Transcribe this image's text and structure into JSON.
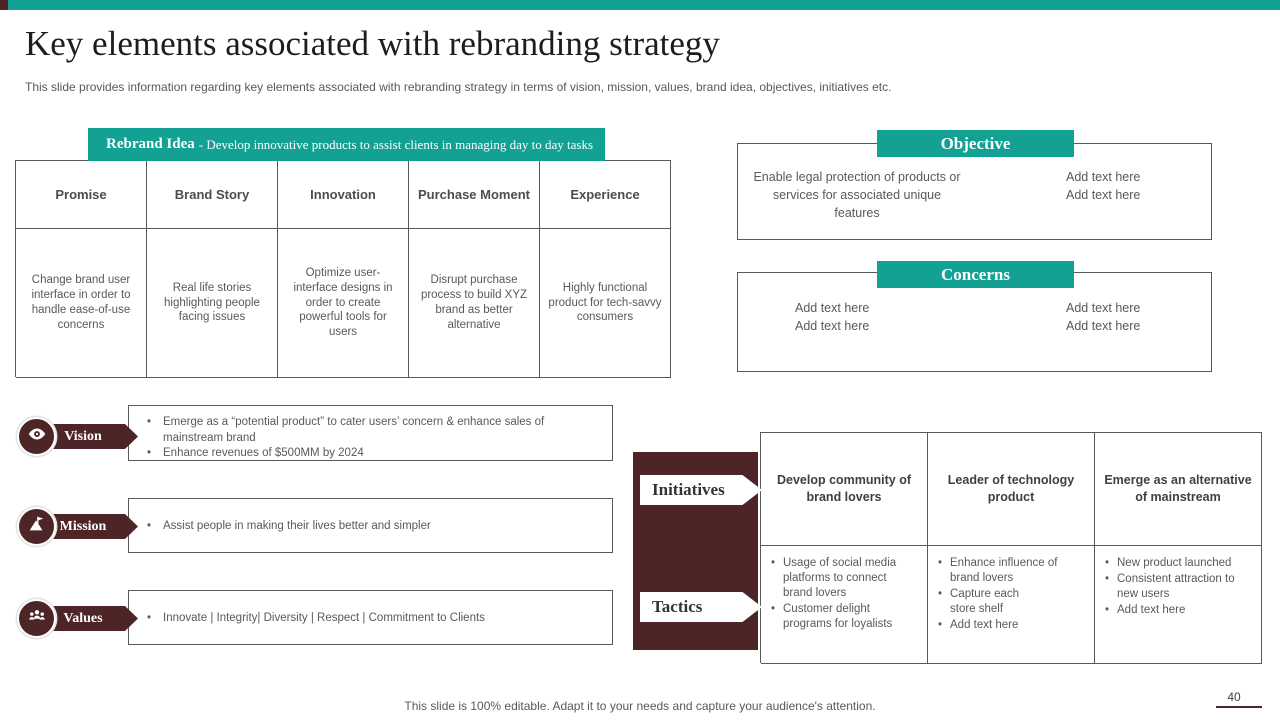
{
  "colors": {
    "teal": "#12a192",
    "maroon": "#4e2527",
    "border_gray": "#595959"
  },
  "slide": {
    "title": "Key elements associated with rebranding strategy",
    "subtitle": "This slide provides information regarding key elements associated with rebranding strategy in terms of vision, mission, values, brand idea, objectives, initiatives etc.",
    "footer": "This slide is 100% editable. Adapt it to your needs and capture your audience's attention.",
    "page_number": "40"
  },
  "rebrand_idea": {
    "label": "Rebrand Idea",
    "description": "- Develop innovative products to assist clients in managing  day to day tasks"
  },
  "brand_table": {
    "headers": [
      "Promise",
      "Brand Story",
      "Innovation",
      "Purchase Moment",
      "Experience"
    ],
    "cells": [
      "Change brand user interface in order to handle ease-of-use concerns",
      "Real life stories highlighting people facing issues",
      "Optimize user-interface designs in order to create powerful tools for users",
      "Disrupt purchase process to build XYZ  brand as better alternative",
      "Highly functional product for tech-savvy consumers"
    ]
  },
  "objective": {
    "title": "Objective",
    "left_text": "Enable legal protection of products or services for associated unique features",
    "right_items": [
      "Add text here",
      "Add text here"
    ]
  },
  "concerns": {
    "title": "Concerns",
    "left_items": [
      "Add text here",
      "Add text here"
    ],
    "right_items": [
      "Add text here",
      "Add text here"
    ]
  },
  "statements": [
    {
      "label": "Vision",
      "icon": "eye-icon",
      "bullets": [
        "Emerge as a “potential product” to cater users’ concern & enhance sales of mainstream brand",
        "Enhance revenues of $500MM by 2024"
      ]
    },
    {
      "label": "Mission",
      "icon": "flag-mountain-icon",
      "bullets": [
        "Assist people in making their lives better and simpler"
      ]
    },
    {
      "label": "Values",
      "icon": "people-group-icon",
      "bullets": [
        "Innovate | Integrity| Diversity | Respect |  Commitment to Clients"
      ]
    }
  ],
  "initiatives_tactics": {
    "initiatives_label": "Initiatives",
    "tactics_label": "Tactics",
    "columns": [
      {
        "initiative": "Develop community of brand lovers",
        "tactics": [
          "Usage of social media platforms to connect brand lovers",
          "Customer delight programs for loyalists"
        ]
      },
      {
        "initiative": "Leader of technology product",
        "tactics": [
          "Enhance influence of brand lovers",
          "Capture each store shelf",
          "Add text here"
        ]
      },
      {
        "initiative": "Emerge as an alternative of mainstream",
        "tactics": [
          "New product launched",
          "Consistent attraction to new users",
          "Add text here"
        ]
      }
    ]
  }
}
